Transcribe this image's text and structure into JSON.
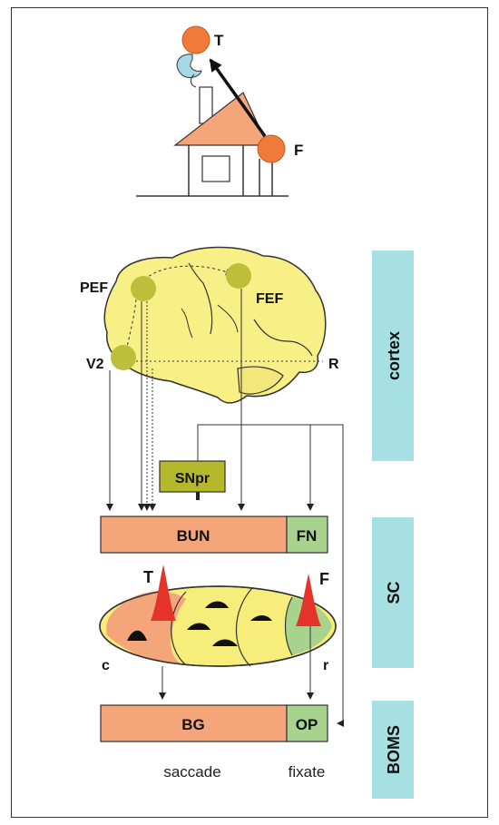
{
  "house": {
    "target_label": "T",
    "fixation_label": "F"
  },
  "brain": {
    "pef": "PEF",
    "fef": "FEF",
    "v2": "V2",
    "r": "R"
  },
  "snpr": "SNpr",
  "sc_bar": {
    "bun": "BUN",
    "fn": "FN"
  },
  "sc_map": {
    "target_label": "T",
    "fixation_label": "F",
    "caudal": "c",
    "rostral": "r"
  },
  "boms_bar": {
    "bg": "BG",
    "op": "OP"
  },
  "bottom": {
    "saccade": "saccade",
    "fixate": "fixate"
  },
  "side_panels": {
    "cortex": "cortex",
    "sc": "SC",
    "boms": "BOMS"
  },
  "colors": {
    "orange": "#f4a67a",
    "brain": "#f8ef86",
    "node": "#bdbf3a",
    "snpr": "#b5b82b",
    "green": "#a8d38f",
    "panel": "#a7e0e2",
    "red": "#e4332a",
    "yellow": "#f7ed7a"
  }
}
